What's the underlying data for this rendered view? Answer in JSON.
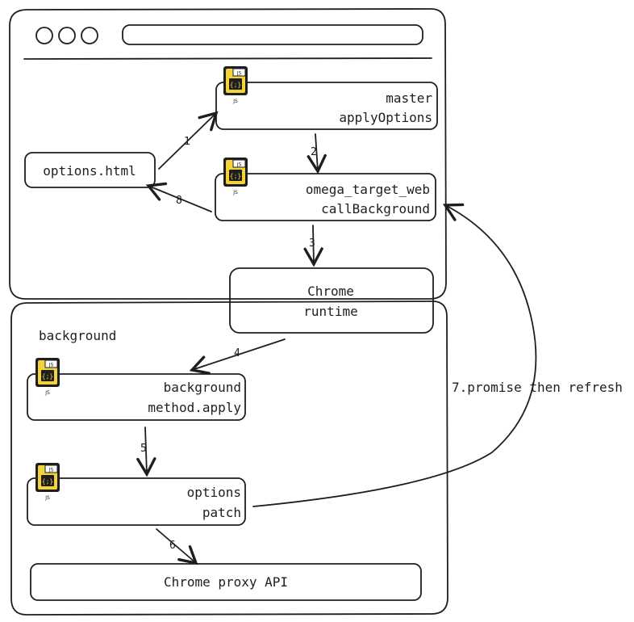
{
  "browser": {
    "window_controls": [
      "circle",
      "circle",
      "circle"
    ]
  },
  "nodes": {
    "options_html": "options.html",
    "master": {
      "line1": "master",
      "line2": "applyOptions"
    },
    "omega_target_web": {
      "line1": "omega_target_web",
      "line2": "callBackground"
    },
    "chrome_runtime": {
      "line1": "Chrome",
      "line2": "runtime"
    },
    "background_label": "background",
    "background_method": {
      "line1": "background",
      "line2": "method.apply"
    },
    "options_patch": {
      "line1": "options",
      "line2": "patch"
    },
    "chrome_proxy_api": "Chrome proxy API"
  },
  "js_badge": {
    "tag": "JS",
    "glyph": "{;}",
    "caption": "JS",
    "color": "#f2d33b"
  },
  "edges": {
    "e1": "1",
    "e2": "2",
    "e3": "3",
    "e4": "4",
    "e5": "5",
    "e6": "6",
    "e7": "7.promise then refresh",
    "e8": "8"
  },
  "colors": {
    "stroke": "#1e1e1e",
    "hatch": "#c9c9c9",
    "panel": "#f5f5f5"
  }
}
